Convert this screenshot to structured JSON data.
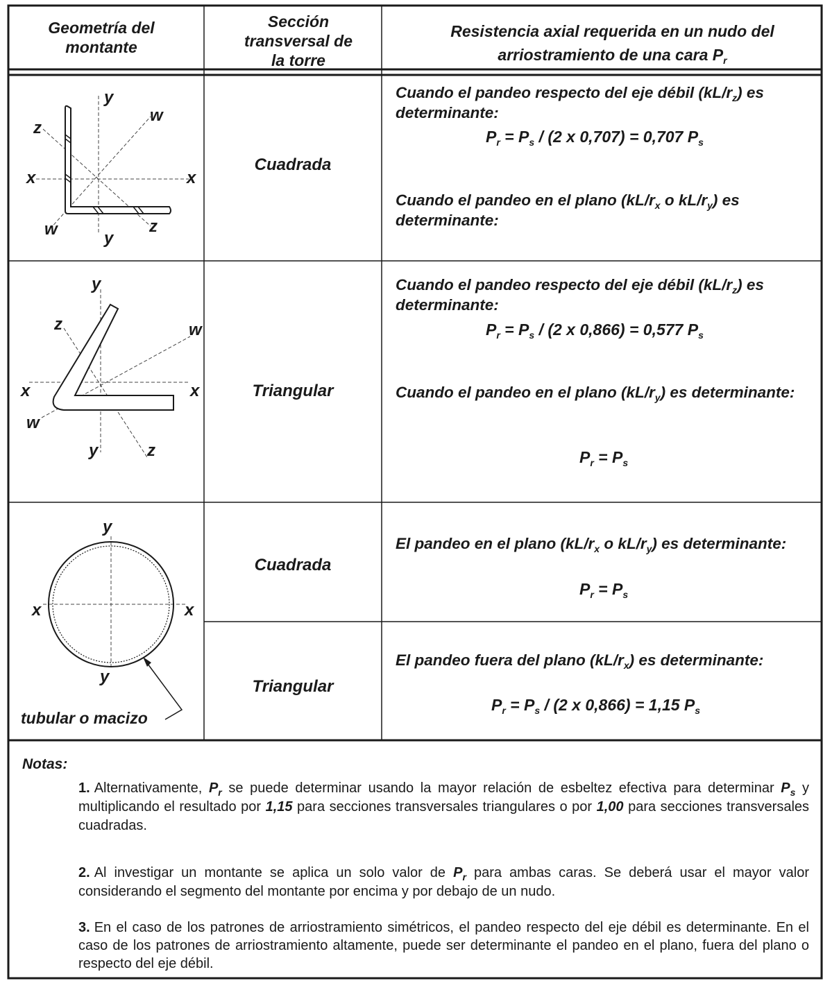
{
  "header": {
    "col1": "Geometría del montante",
    "col2": "Sección transversal de la torre",
    "col3_line1": "Resistencia axial requerida en un nudo del",
    "col3_line2": "arriostramiento de una cara P",
    "col3_sub": "r"
  },
  "axes": {
    "x": "x",
    "y": "y",
    "z": "z",
    "w": "w"
  },
  "rows": {
    "r1": {
      "section": "Cuadrada",
      "c1_a": "Cuando el pandeo respecto del eje débil (kL/r",
      "c1_sub": "z",
      "c1_b": ") es determinante:",
      "f1": "Pᵣ = Pₛ / (2 x 0,707) = 0,707 Pₛ",
      "f1_p1": "P",
      "f1_s1": "r",
      "f1_m": " = P",
      "f1_s2": "s",
      "f1_t": " / (2 x 0,707) = 0,707 P",
      "f1_s3": "s",
      "c2_a": "Cuando el pandeo en el plano (kL/r",
      "c2_sub1": "x",
      "c2_mid": " o kL/r",
      "c2_sub2": "y",
      "c2_b": ") es determinante:"
    },
    "r2": {
      "section": "Triangular",
      "c1_a": "Cuando el pandeo respecto del eje débil (kL/r",
      "c1_sub": "z",
      "c1_b": ") es determinante:",
      "f1_p1": "P",
      "f1_s1": "r",
      "f1_m": " = P",
      "f1_s2": "s",
      "f1_t": " / (2 x 0,866) = 0,577 P",
      "f1_s3": "s",
      "c2_a": "Cuando el pandeo en el plano (kL/r",
      "c2_sub": "y",
      "c2_b": ") es determinante:",
      "f2_p1": "P",
      "f2_s1": "r",
      "f2_m": " = P",
      "f2_s2": "s"
    },
    "r3": {
      "section": "Cuadrada",
      "c1_a": "El pandeo en el plano  (kL/r",
      "c1_sub1": "x",
      "c1_mid": " o kL/r",
      "c1_sub2": "y",
      "c1_b": ") es determinante:",
      "f1_p1": "P",
      "f1_s1": "r",
      "f1_m": " = P",
      "f1_s2": "s"
    },
    "r4": {
      "section": "Triangular",
      "c1_a": "El pandeo fuera del plano (kL/r",
      "c1_sub": "x",
      "c1_b": ") es determinante:",
      "f1_p1": "P",
      "f1_s1": "r",
      "f1_m": " = P",
      "f1_s2": "s",
      "f1_t": " / (2 x 0,866) = 1,15 P",
      "f1_s3": "s"
    },
    "caption": "tubular o macizo"
  },
  "notes": {
    "title": "Notas:",
    "n1_num": "1.",
    "n1_a": "Alternativamente, ",
    "n1_P": "P",
    "n1_Psub": "r",
    "n1_b": "  se puede determinar usando la mayor relación de esbeltez efectiva para determinar ",
    "n1_Ps": "P",
    "n1_Pssub": "s",
    "n1_c": "  y multiplicando el resultado por ",
    "n1_v1": "1,15",
    "n1_d": "  para secciones transversales triangulares o por ",
    "n1_v2": "1,00",
    "n1_e": " para secciones transversales cuadradas.",
    "n2_num": "2.",
    "n2_a": "Al investigar un montante se aplica un solo valor de ",
    "n2_P": "P",
    "n2_Psub": "r",
    "n2_b": "  para ambas caras. Se deberá usar el mayor valor considerando el segmento del montante por encima y por debajo de un nudo.",
    "n3_num": "3.",
    "n3_text": "En el caso de los patrones de arriostramiento simétricos, el pandeo respecto del eje débil es determinante. En el caso de los patrones de arriostramiento altamente, puede ser determinante el pandeo en el plano, fuera del plano o respecto del eje débil."
  }
}
